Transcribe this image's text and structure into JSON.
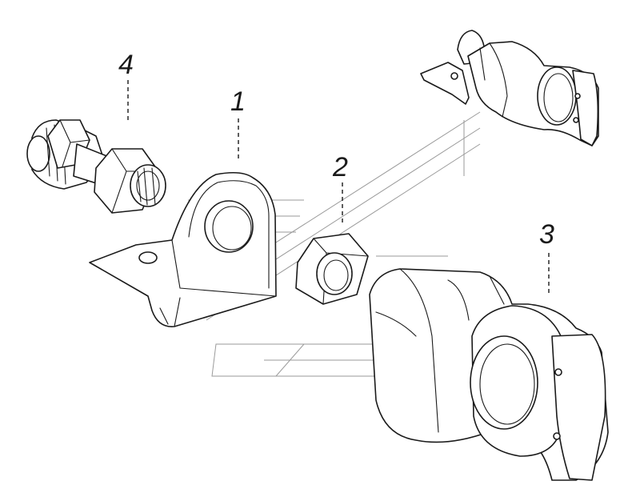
{
  "callouts": {
    "part1": "1",
    "part2": "2",
    "part3": "3",
    "part4": "4"
  },
  "colors": {
    "line": "#1a1a1a",
    "background": "#ffffff",
    "watermark": "#9a9a9a"
  }
}
